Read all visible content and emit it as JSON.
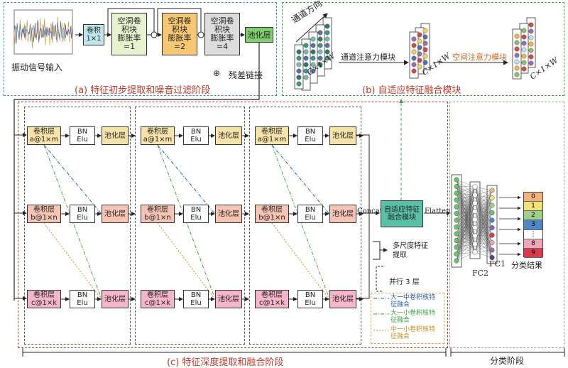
{
  "stage_a": {
    "input_label": "振动信号输入",
    "conv1": "卷积\n1×1",
    "dil1": "空洞卷\n积块\n膨胀率\n=1",
    "dil2": "空洞卷\n积块\n膨胀率\n=2",
    "dil4": "空洞卷\n积块\n膨胀率\n=4",
    "pool": "池化层",
    "residual_symbol": "⊕",
    "residual_label": "残差链接",
    "caption": "(a) 特征初步提取和噪音过滤阶段"
  },
  "stage_b": {
    "channel_dir": "通道方向",
    "channel_attn": "通道注意力模块",
    "spatial_attn": "空间注意力模块",
    "shape": "C×1×W",
    "caption": "(b) 自适应特征融合模块"
  },
  "stage_c": {
    "conv_a": "卷积层\na@1×m",
    "conv_b": "卷积层\nb@1×n",
    "conv_c": "卷积层\nc@1×k",
    "bn": "BN\nElu",
    "pool": "池化层",
    "concat": "Concat",
    "fusion": "自适应特征\n融合模块",
    "flatten": "Flatten",
    "multi_scale": "多尺度特征\n提取",
    "parallel": "并行 3 层",
    "legend": [
      "大一中卷积核特\n征融合",
      "大一小卷积核特\n征融合",
      "中一小卷积核特\n征融合"
    ],
    "caption": "(c) 特征深度提取和融合阶段"
  },
  "stage_d": {
    "fc2": "FC2",
    "fc1": "FC1",
    "result": "分类结果",
    "classes": [
      "0",
      "1",
      "2",
      "3",
      "⋮",
      "8",
      "9"
    ],
    "class_colors": [
      "#f3b37a",
      "#f2e27a",
      "#9fd08a",
      "#4f86c6",
      "#ffffff",
      "#f1a7b8",
      "#d93a4e"
    ],
    "caption": "分类阶段"
  },
  "colors": {
    "conv1_fill": "#bfe6ea",
    "dil1_fill": "#e7f2cf",
    "dil2_fill": "#f7c873",
    "dil4_fill": "#dcdcdc",
    "pool_a_fill": "#7fd06c",
    "pool_yellow": "#f7e3a8",
    "pool_salmon": "#f5c4b4",
    "pool_pink": "#f4b6c8",
    "conv_yellow": "#f7e3a8",
    "conv_salmon": "#f5c4b4",
    "conv_pink": "#f4b6c8",
    "fusion_fill": "#57c0a5",
    "frame_blue": "#4a86c8",
    "frame_green": "#3aa34a",
    "frame_red": "#c0392b",
    "frame_gray": "#9a9a9a"
  }
}
